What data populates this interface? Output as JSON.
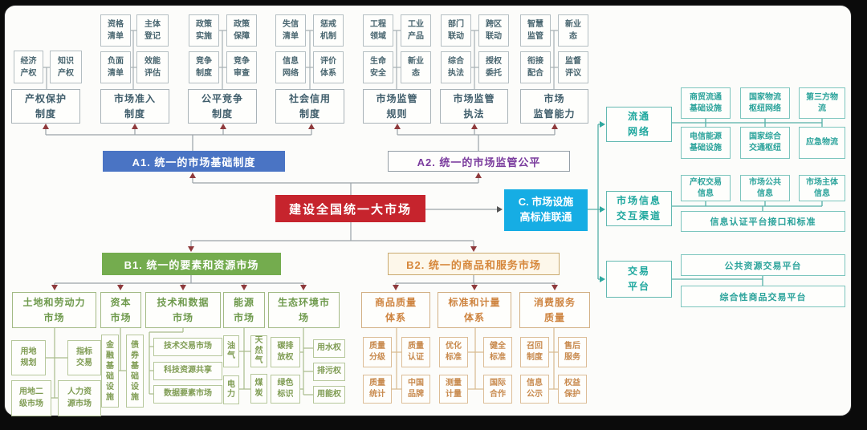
{
  "main": {
    "root": "建设全国统一大市场",
    "a1": "A1. 统一的市场基础制度",
    "a2": "A2. 统一的市场监管公平",
    "b1": "B1. 统一的要素和资源市场",
    "b2": "B2. 统一的商品和服务市场",
    "c": "C. 市场设施\n高标准联通"
  },
  "colors": {
    "root_bg": "#c6242d",
    "a1_bg": "#4a74c4",
    "a2_text": "#7a3b9d",
    "b1_bg": "#74ac4e",
    "b2_text": "#d6873b",
    "c_bg": "#16ade4",
    "teal": "#2ba39b",
    "olive": "#7f9c53",
    "orange": "#c88a4e",
    "slate": "#48656f",
    "arrow": "#8f3a3c"
  },
  "a_groups": [
    {
      "header": "产权保护\n制度",
      "cells": [
        "经济\n产权",
        "知识\n产权"
      ]
    },
    {
      "header": "市场准入\n制度",
      "cells": [
        "资格\n清单",
        "主体\n登记",
        "负面\n清单",
        "效能\n评估"
      ]
    },
    {
      "header": "公平竞争\n制度",
      "cells": [
        "政策\n实施",
        "政策\n保障",
        "竞争\n制度",
        "竞争\n审查"
      ]
    },
    {
      "header": "社会信用\n制度",
      "cells": [
        "失信\n清单",
        "惩戒\n机制",
        "信息\n网络",
        "评价\n体系"
      ]
    },
    {
      "header": "市场监管\n规则",
      "cells": [
        "工程\n领域",
        "工业\n产品",
        "生命\n安全",
        "新业\n态"
      ]
    },
    {
      "header": "市场监管\n执法",
      "cells": [
        "部门\n联动",
        "跨区\n联动",
        "综合\n执法",
        "授权\n委托"
      ]
    },
    {
      "header": "市场\n监管能力",
      "cells": [
        "智慧\n监管",
        "新业\n态",
        "衔接\n配合",
        "监督\n评议"
      ]
    }
  ],
  "b1_groups": [
    {
      "header": "土地和劳动力\n市场",
      "cells": [
        "用地\n规划",
        "指标\n交易",
        "用地二\n级市场",
        "人力资\n源市场"
      ]
    },
    {
      "header": "资本\n市场",
      "cells": [
        "金融基础设施",
        "债券基础设施"
      ]
    },
    {
      "header": "技术和数据\n市场",
      "cells": [
        "技术交易市场",
        "科技资源共享",
        "数据要素市场"
      ]
    },
    {
      "header": "能源\n市场",
      "cells": [
        "油气",
        "电力",
        "天然气",
        "煤炭"
      ]
    },
    {
      "header": "生态环境市\n场",
      "cells": [
        "碳排\n放权",
        "绿色\n标识",
        "用水权",
        "排污权",
        "用能权"
      ]
    }
  ],
  "b2_groups": [
    {
      "header": "商品质量\n体系",
      "cells": [
        "质量\n分级",
        "质量\n认证",
        "质量\n统计",
        "中国\n品牌"
      ]
    },
    {
      "header": "标准和计量\n体系",
      "cells": [
        "优化\n标准",
        "健全\n标准",
        "测量\n计量",
        "国际\n合作"
      ]
    },
    {
      "header": "消费服务\n质量",
      "cells": [
        "召回\n制度",
        "售后\n服务",
        "信息\n公示",
        "权益\n保护"
      ]
    }
  ],
  "c_groups": [
    {
      "header": "流通\n网络",
      "cells": [
        "商贸流通\n基础设施",
        "国家物流\n枢纽网络",
        "第三方物\n流",
        "电信能源\n基础设施",
        "国家综合\n交通枢纽",
        "应急物流"
      ]
    },
    {
      "header": "市场信息\n交互渠道",
      "cells": [
        "产权交易\n信息",
        "市场公共\n信息",
        "市场主体\n信息"
      ],
      "wide": "信息认证平台接口和标准"
    },
    {
      "header": "交易\n平台",
      "wides": [
        "公共资源交易平台",
        "综合性商品交易平台"
      ]
    }
  ]
}
